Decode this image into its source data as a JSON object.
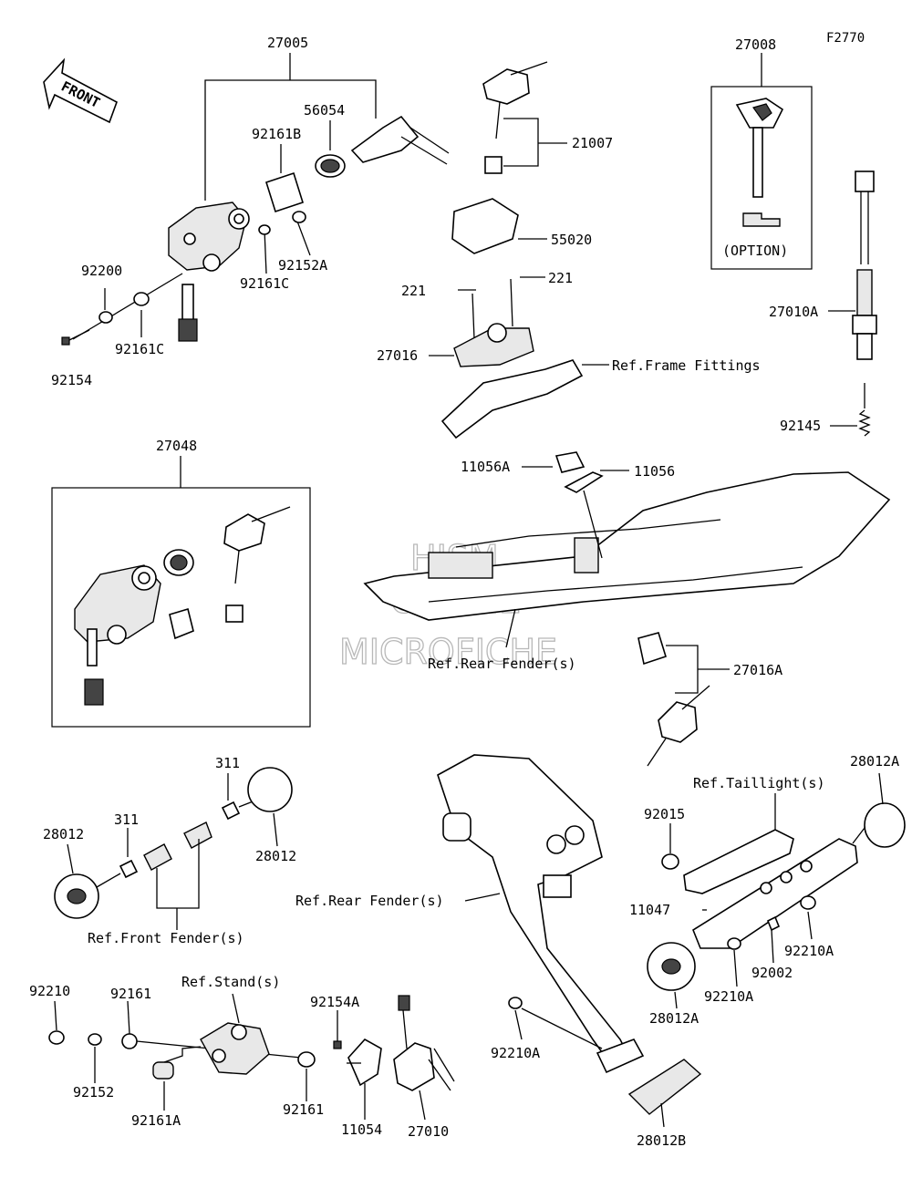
{
  "figure_id": "F2770",
  "front_label": "FRONT",
  "watermark": [
    "HISM",
    "ONLINE",
    "MICROFICHE"
  ],
  "labels": {
    "p27005": "27005",
    "p56054": "56054",
    "p92161B": "92161B",
    "p92152A": "92152A",
    "p92161C_a": "92161C",
    "p92200": "92200",
    "p92161C_b": "92161C",
    "p92154": "92154",
    "p21007": "21007",
    "p55020": "55020",
    "p221_a": "221",
    "p221_b": "221",
    "p27016": "27016",
    "ref_frame": "Ref.Frame Fittings",
    "p27008": "27008",
    "option": "(OPTION)",
    "p27010A": "27010A",
    "p92145": "92145",
    "p27048": "27048",
    "p11056A": "11056A",
    "p11056": "11056",
    "ref_rear_1": "Ref.Rear Fender(s)",
    "p27016A": "27016A",
    "p311_a": "311",
    "p311_b": "311",
    "p28012_a": "28012",
    "p28012_b": "28012",
    "ref_front": "Ref.Front Fender(s)",
    "ref_rear_2": "Ref.Rear Fender(s)",
    "ref_tail": "Ref.Taillight(s)",
    "p28012A_a": "28012A",
    "p92015": "92015",
    "p11047": "11047",
    "p92210A_a": "92210A",
    "p92002": "92002",
    "p92210A_b": "92210A",
    "p28012A_b": "28012A",
    "p92210A_c": "92210A",
    "p28012B": "28012B",
    "p92210": "92210",
    "p92161_a": "92161",
    "ref_stand": "Ref.Stand(s)",
    "p92154A": "92154A",
    "p92152": "92152",
    "p92161A": "92161A",
    "p92161_b": "92161",
    "p11054": "11054",
    "p27010": "27010"
  }
}
